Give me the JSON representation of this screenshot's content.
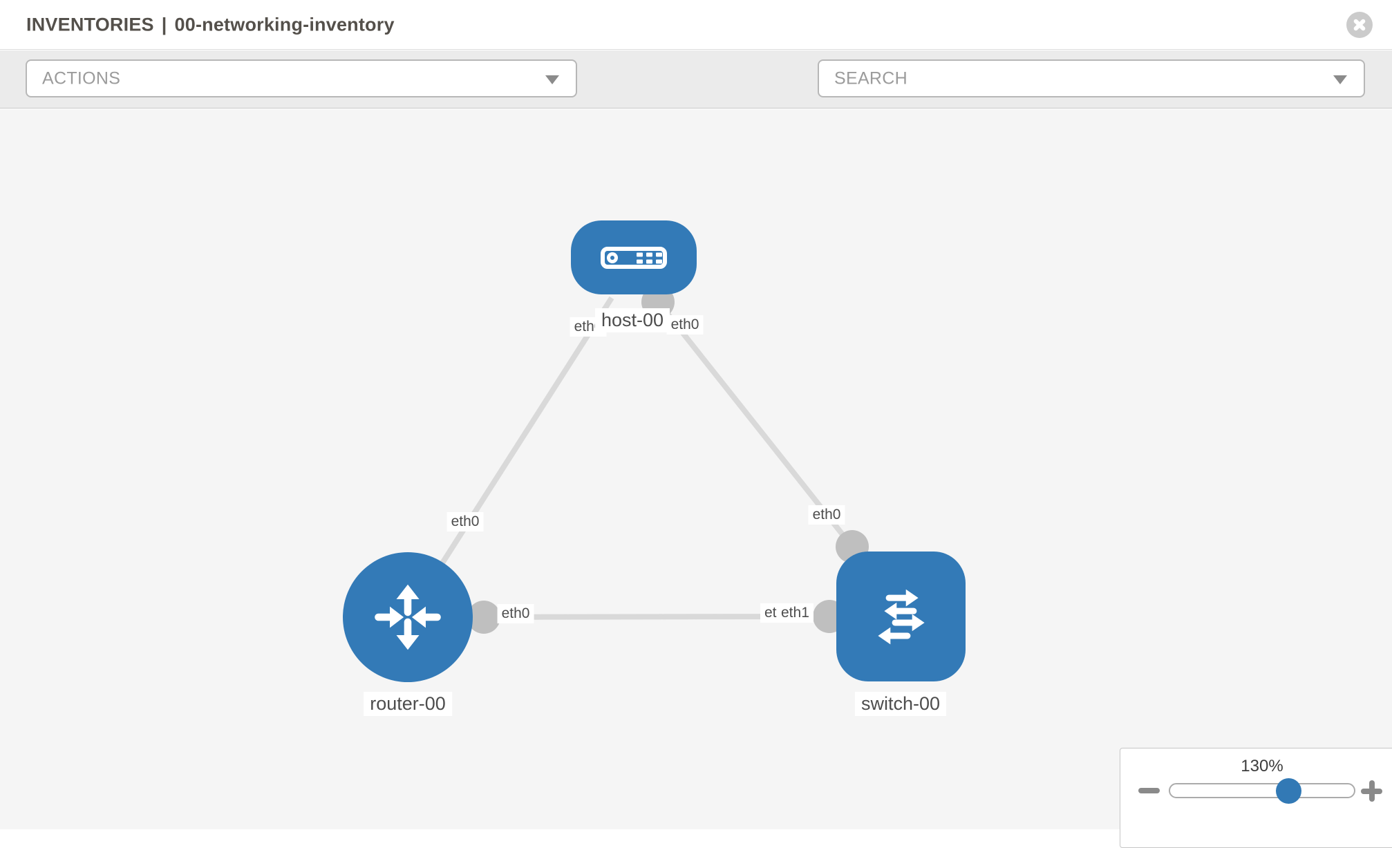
{
  "window": {
    "title_breadcrumb": "INVENTORIES",
    "title_separator": "|",
    "title_item": "00-networking-inventory"
  },
  "toolbar": {
    "actions_label": "ACTIONS",
    "search_placeholder": "SEARCH",
    "icons": [
      "wrench-icon",
      "key-icon"
    ]
  },
  "colors": {
    "node_fill": "#337ab7",
    "link_line": "#d9d9d9",
    "endpoint_dot": "#bfbfbf",
    "canvas_bg": "#f5f5f5",
    "toolbar_bg": "#ebebeb",
    "label_text": "#4d4d4d",
    "slider_handle": "#3279b5"
  },
  "canvas": {
    "nodes": [
      {
        "label": "host-00",
        "type": "host",
        "shape": "rounded-rect"
      },
      {
        "label": "router-00",
        "type": "router",
        "shape": "circle"
      },
      {
        "label": "switch-00",
        "type": "switch",
        "shape": "rounded-square"
      }
    ],
    "links": [
      {
        "from": "router-00",
        "from_interface": "eth0",
        "to": "host-00",
        "to_interface": "eth0"
      },
      {
        "from": "host-00",
        "from_interface": "eth0",
        "to": "switch-00",
        "to_interface": "eth0"
      },
      {
        "from": "router-00",
        "from_interface": "eth0",
        "to": "switch-00",
        "to_interface": "eth1"
      }
    ],
    "overlap_back_label": "eth0"
  },
  "zoom_control": {
    "level": "130%",
    "minus_icon": "minus",
    "plus_icon": "plus"
  }
}
